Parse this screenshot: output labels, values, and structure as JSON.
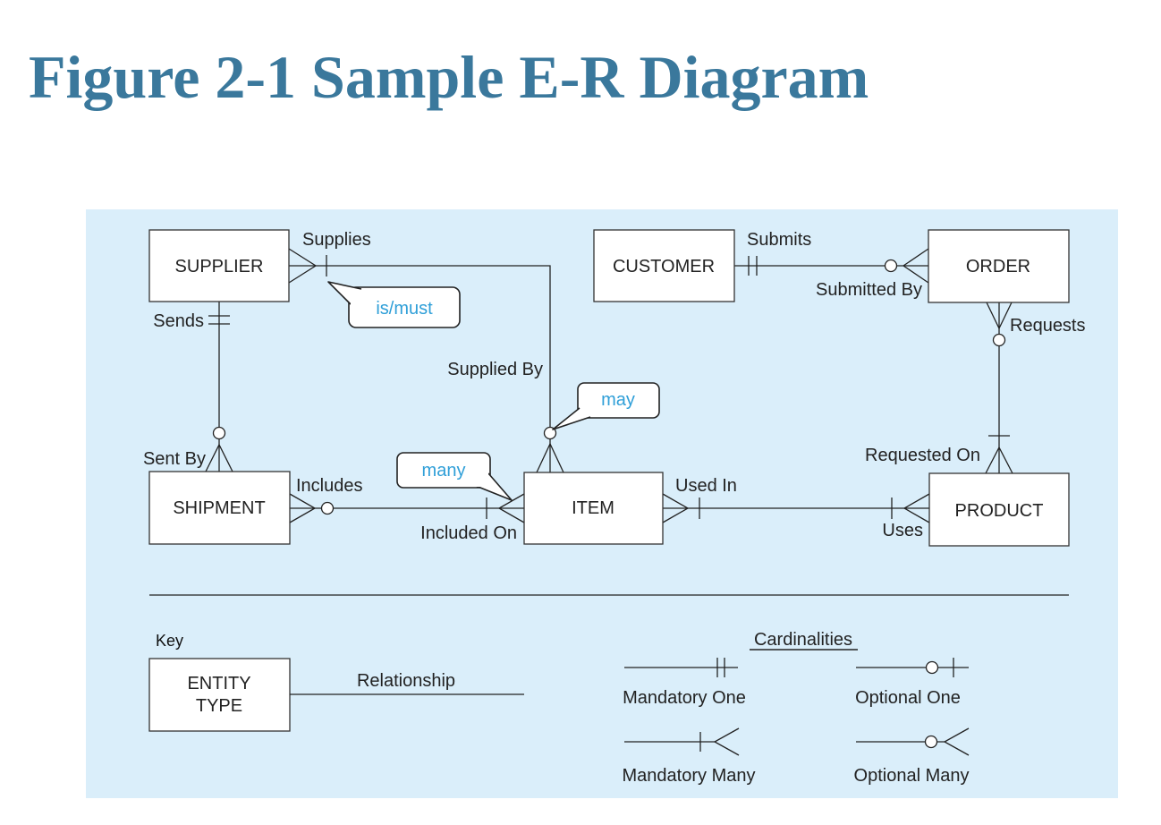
{
  "title": "Figure 2-1 Sample E-R Diagram",
  "entities": {
    "supplier": "SUPPLIER",
    "customer": "CUSTOMER",
    "order": "ORDER",
    "shipment": "SHIPMENT",
    "item": "ITEM",
    "product": "PRODUCT"
  },
  "relationships": {
    "supplies": "Supplies",
    "supplied_by": "Supplied By",
    "submits": "Submits",
    "submitted_by": "Submitted By",
    "sends": "Sends",
    "sent_by": "Sent By",
    "requests": "Requests",
    "requested_on": "Requested On",
    "includes": "Includes",
    "included_on": "Included On",
    "used_in": "Used In",
    "uses": "Uses"
  },
  "callouts": {
    "is_must": "is/must",
    "may": "may",
    "many": "many"
  },
  "key": {
    "heading": "Key",
    "entity_line1": "ENTITY",
    "entity_line2": "TYPE",
    "relationship": "Relationship"
  },
  "cardinalities": {
    "heading": "Cardinalities",
    "mandatory_one": "Mandatory One",
    "optional_one": "Optional One",
    "mandatory_many": "Mandatory Many",
    "optional_many": "Optional Many"
  },
  "colors": {
    "title": "#3a789c",
    "panel": "#daeefa",
    "callout_text": "#2f9fd8"
  }
}
